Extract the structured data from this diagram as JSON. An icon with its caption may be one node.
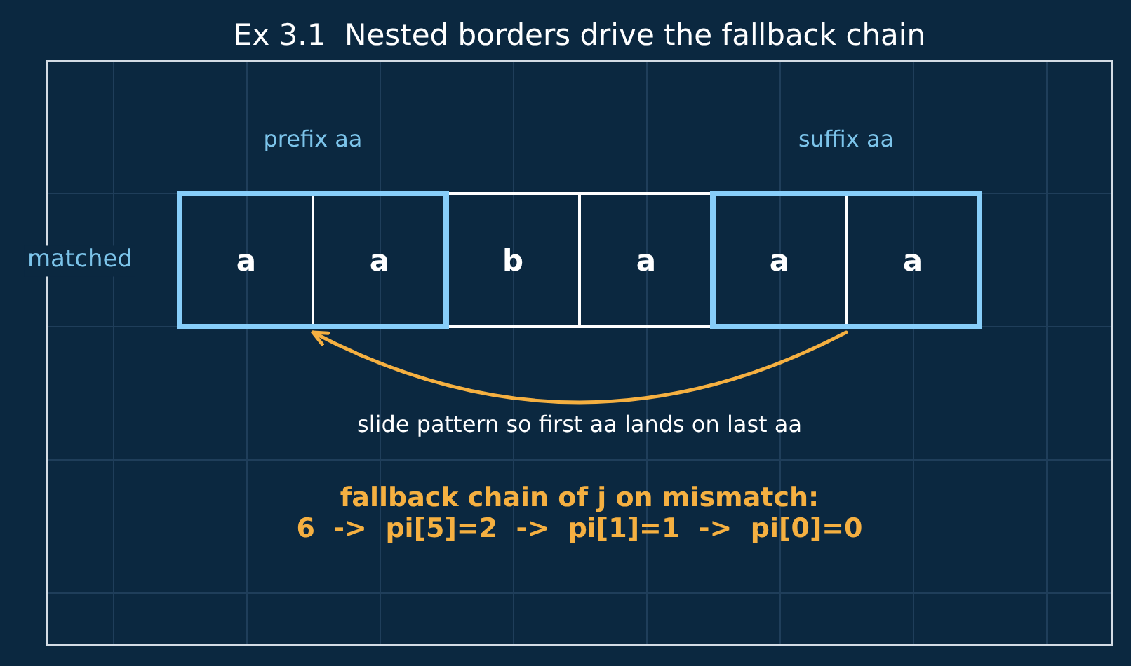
{
  "diagram": {
    "title": "Ex 3.1  Nested borders drive the fallback chain",
    "nodes": [
      {
        "text": [
          "prefix aa"
        ]
      },
      {
        "text": [
          "a"
        ],
        "in": 0
      },
      {
        "text": [
          "a"
        ],
        "in": 0
      },
      {
        "text": [
          "b"
        ]
      },
      {
        "text": [
          "a"
        ]
      },
      {
        "text": [
          "suffix aa"
        ]
      },
      {
        "text": [
          "a"
        ],
        "in": 5
      },
      {
        "text": [
          "a"
        ],
        "in": 5
      }
    ],
    "edges": [
      {
        "from": 5,
        "to": 0,
        "arrow": "to",
        "label": "slide pattern so first aa lands on last aa"
      }
    ],
    "labels": [
      "matched",
      "fallback chain of j on mismatch:",
      "6  ->  pi[5]=2  ->  pi[1]=1  ->  pi[0]=0"
    ]
  }
}
